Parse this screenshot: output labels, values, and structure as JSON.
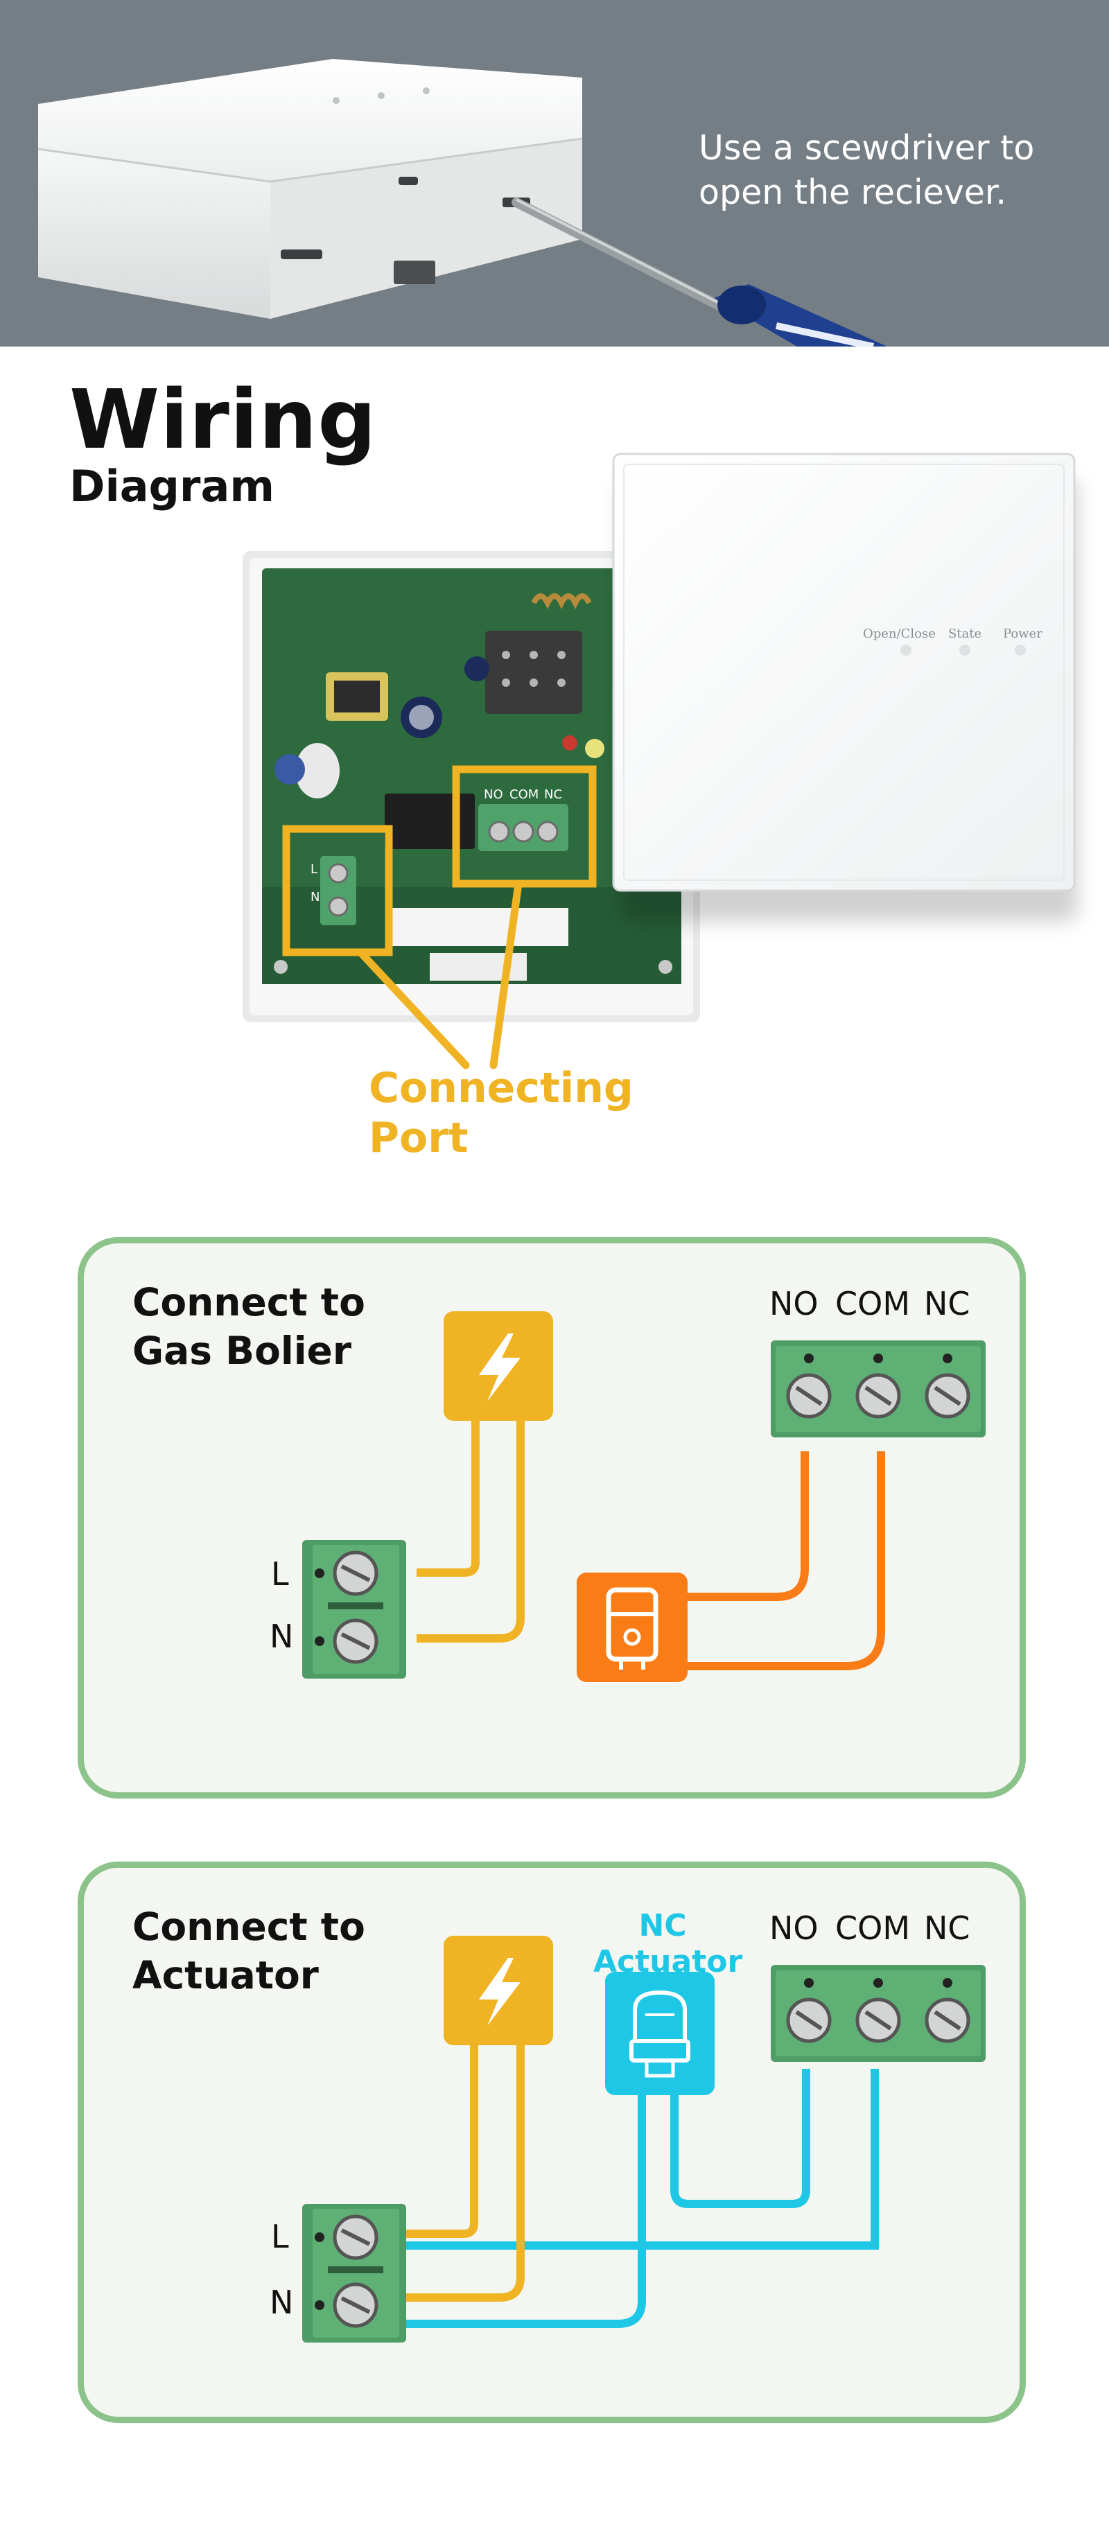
{
  "banner": {
    "instruction_line1": "Use a scewdriver to",
    "instruction_line2": "open the reciever."
  },
  "wiring": {
    "title": "Wiring",
    "subtitle": "Diagram",
    "port_label_line1": "Connecting",
    "port_label_line2": "Port",
    "board_terminal_labels": [
      "NO",
      "COM",
      "NC"
    ],
    "board_side_labels": [
      "L",
      "N"
    ],
    "cover_indicators": [
      "Open/Close",
      "State",
      "Power"
    ]
  },
  "panel_gas": {
    "title_line1": "Connect to",
    "title_line2": "Gas Bolier",
    "terminal_labels": {
      "no": "NO",
      "com": "COM",
      "nc": "NC"
    },
    "power_labels": {
      "l": "L",
      "n": "N"
    },
    "icons": [
      "lightning-icon",
      "gas-boiler-icon"
    ]
  },
  "panel_actuator": {
    "title_line1": "Connect to",
    "title_line2": "Actuator",
    "terminal_labels": {
      "no": "NO",
      "com": "COM",
      "nc": "NC"
    },
    "power_labels": {
      "l": "L",
      "n": "N"
    },
    "actuator_label_line1": "NC",
    "actuator_label_line2": "Actuator",
    "icons": [
      "lightning-icon",
      "actuator-icon"
    ]
  },
  "colors": {
    "power_wire": "#f0b323",
    "boiler_wire": "#f97c16",
    "actuator_wire": "#1fc7e6",
    "panel_border": "#8cc38a",
    "terminal_green": "#5aa46c",
    "banner_bg": "#757e85"
  }
}
